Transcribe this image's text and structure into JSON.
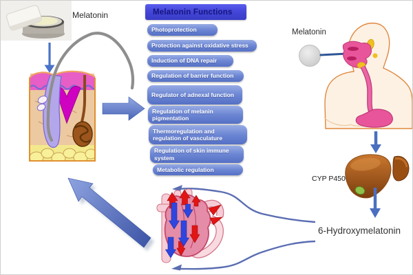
{
  "diagram": {
    "topical": {
      "label": "Melatonin"
    },
    "functions": {
      "title": "Melatonin Functions",
      "items": [
        {
          "label": "Photoprotection"
        },
        {
          "label": "Protection against oxidative stress"
        },
        {
          "label": "Induction of DNA repair"
        },
        {
          "label": "Regulation of barrier function"
        },
        {
          "label": "Regulator of adnexal function"
        },
        {
          "label": "Regulation of melanin pigmentation"
        },
        {
          "label": "Thermoregulation and regulation of vasculature"
        },
        {
          "label": "Regulation of skin immune system"
        },
        {
          "label": "Metabolic regulation"
        }
      ]
    },
    "oral": {
      "label": "Melatonin"
    },
    "liver": {
      "enzyme_label": "CYP P450"
    },
    "metabolite": {
      "label": "6-Hydroxymelatonin"
    }
  },
  "icons": {
    "cream-jar": "jar-photo-shape",
    "skin-cross-section": "layered-skin-svg",
    "hair-strand": "grey-curve",
    "human-body": "torso-profile-svg",
    "melatonin-pill": "grey-circle",
    "liver": "two-lobe-liver-svg",
    "heart": "heart-bloodflow-svg",
    "arrow": "blue-block-arrow"
  },
  "colors": {
    "accent_blue": "#4a6fc8",
    "box_gradient_top": "#97abe4",
    "box_gradient_bottom": "#5570c5",
    "title_bg": "#4447d8",
    "title_text": "#15157e",
    "box_text": "#ffffff",
    "curve_arrow": "#5a6db2",
    "skin_epidermis": "#e75ec6",
    "skin_dermis": "#ecc9a0",
    "liver_brown": "#a85a1c",
    "digestive_pink": "#e8559a"
  }
}
